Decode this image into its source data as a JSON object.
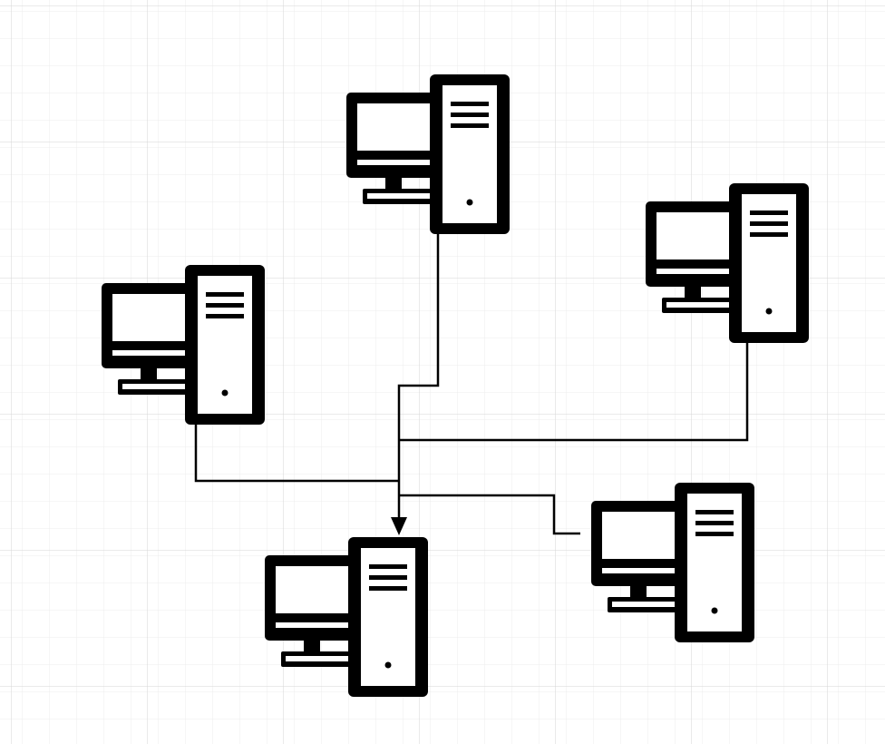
{
  "diagram": {
    "type": "network-topology",
    "background": "#ffffff",
    "grid": {
      "minor_color": "#ececec",
      "major_color": "#d6d6d6",
      "visible": true
    },
    "icon_color": "#000000",
    "line_color": "#000000",
    "nodes": [
      {
        "id": "pc-top",
        "icon": "desktop-computer-icon"
      },
      {
        "id": "pc-right",
        "icon": "desktop-computer-icon"
      },
      {
        "id": "pc-left",
        "icon": "desktop-computer-icon"
      },
      {
        "id": "pc-bottom-right",
        "icon": "desktop-computer-icon"
      },
      {
        "id": "pc-bottom-center",
        "icon": "desktop-computer-icon"
      }
    ],
    "connections": [
      {
        "from": "pc-top",
        "to": "pc-bottom-center",
        "arrow": true
      },
      {
        "from": "pc-right",
        "to": "pc-bottom-center",
        "arrow": false
      },
      {
        "from": "pc-left",
        "to": "pc-bottom-center",
        "arrow": false
      },
      {
        "from": "pc-bottom-right",
        "to": "pc-bottom-center",
        "arrow": false
      }
    ]
  }
}
